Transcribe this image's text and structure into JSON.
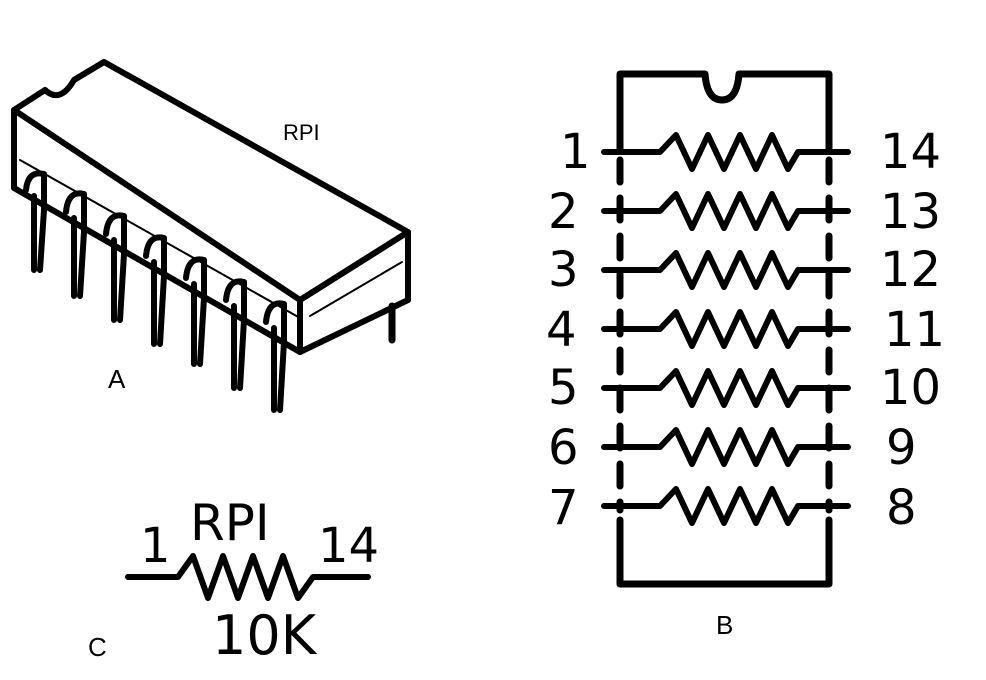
{
  "figure_a": {
    "caption": "A",
    "package_label": "RPI"
  },
  "figure_b": {
    "caption": "B",
    "left_pins": [
      "1",
      "2",
      "3",
      "4",
      "5",
      "6",
      "7"
    ],
    "right_pins": [
      "14",
      "13",
      "12",
      "11",
      "10",
      "9",
      "8"
    ]
  },
  "figure_c": {
    "caption": "C",
    "name": "RPI",
    "pin_left": "1",
    "pin_right": "14",
    "value": "10K"
  }
}
